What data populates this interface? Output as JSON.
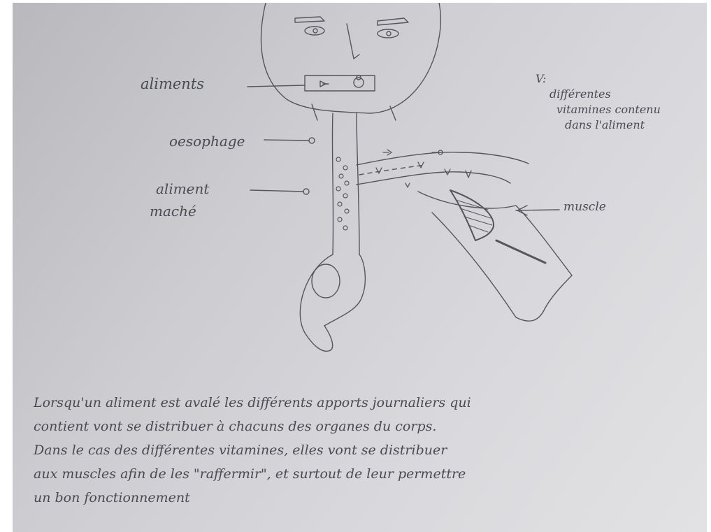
{
  "labels": {
    "aliments": "aliments",
    "oesophage": "oesophage",
    "aliment_mache_line1": "aliment",
    "aliment_mache_line2": "maché",
    "muscle": "muscle"
  },
  "note": {
    "mark": "V:",
    "lines": [
      "différentes",
      "vitamines contenu",
      "dans l'aliment"
    ]
  },
  "paragraph": {
    "lines": [
      "Lorsqu'un aliment est avalé les différents apports journaliers qui",
      "contient vont se distribuer à chacuns des organes du corps.",
      "Dans le cas des différentes vitamines, elles vont se distribuer",
      "aux muscles afin de les \"raffermir\", et surtout de leur permettre",
      "un bon fonctionnement"
    ]
  },
  "colors": {
    "paper": "#d4d4d8",
    "pencil": "#4a4a56"
  }
}
